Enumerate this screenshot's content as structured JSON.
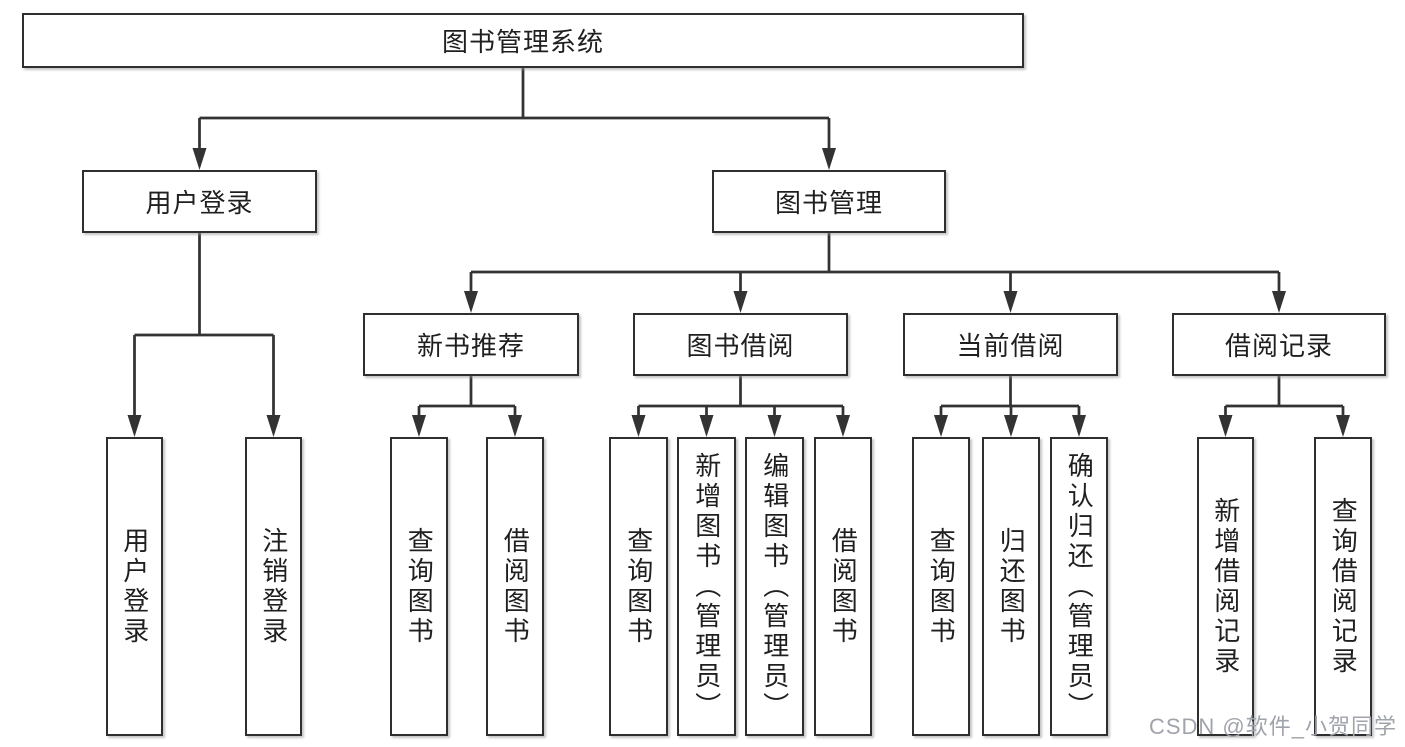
{
  "diagram": {
    "root": "图书管理系统",
    "branches": [
      {
        "label": "用户登录",
        "children": [
          "用户登录",
          "注销登录"
        ]
      },
      {
        "label": "图书管理",
        "sections": [
          {
            "label": "新书推荐",
            "children": [
              "查询图书",
              "借阅图书"
            ]
          },
          {
            "label": "图书借阅",
            "children": [
              "查询图书",
              "新增图书（管理员）",
              "编辑图书（管理员）",
              "借阅图书"
            ]
          },
          {
            "label": "当前借阅",
            "children": [
              "查询图书",
              "归还图书",
              "确认归还（管理员）"
            ]
          },
          {
            "label": "借阅记录",
            "children": [
              "新增借阅记录",
              "查询借阅记录"
            ]
          }
        ]
      }
    ]
  },
  "watermark": "CSDN @软件_小贺同学",
  "colors": {
    "line": "#333333",
    "box_border": "#2f2f2f",
    "text": "#1f1f1f",
    "watermark": "#a0a3ab",
    "background": "#ffffff"
  }
}
